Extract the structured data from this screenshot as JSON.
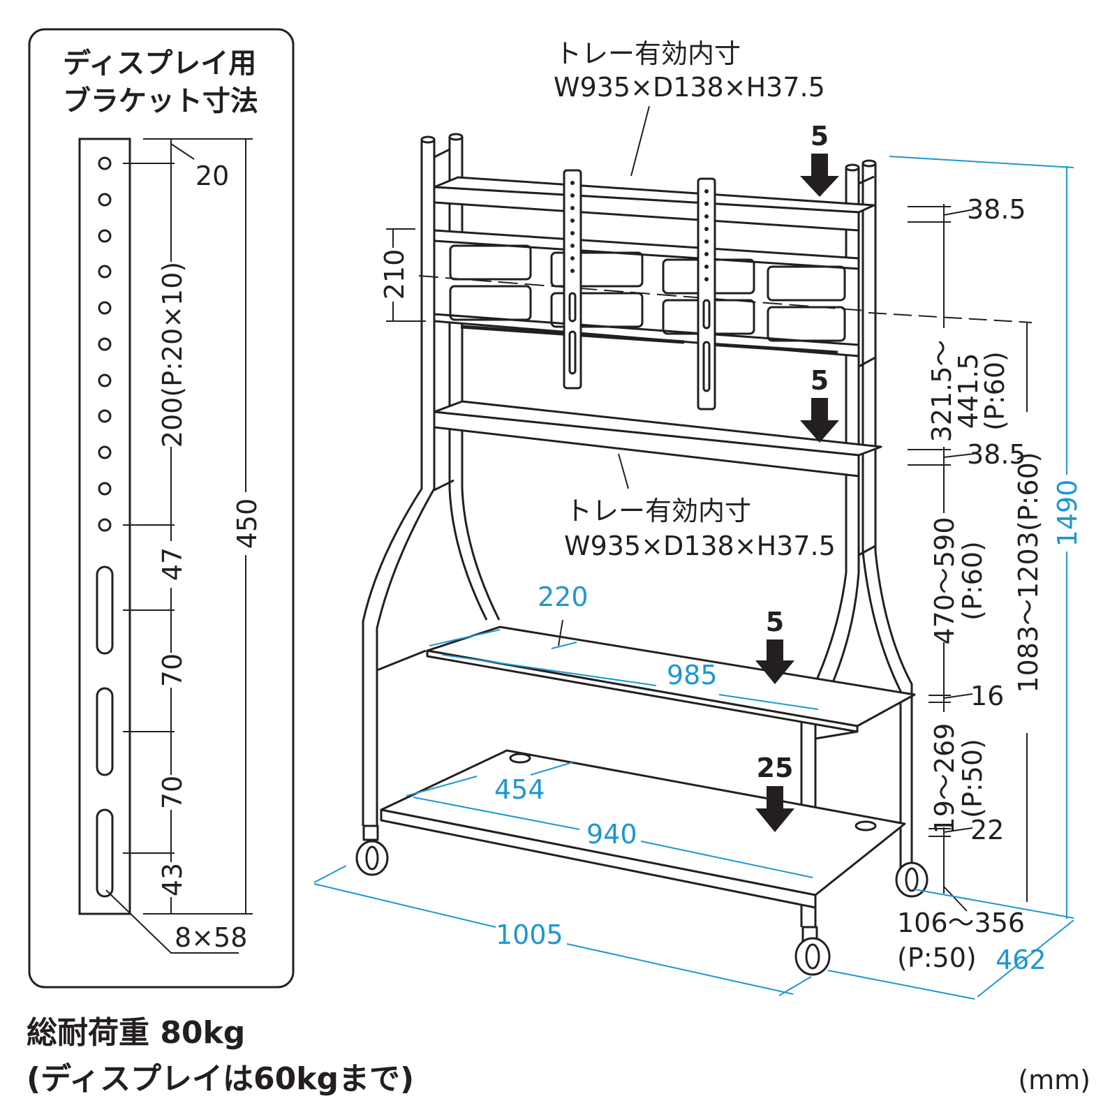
{
  "bracket_panel": {
    "title_line1": "ディスプレイ用",
    "title_line2": "ブラケット寸法",
    "dim_top": "20",
    "dim_holes": "200(P:20×10)",
    "dim_total": "450",
    "dim_47": "47",
    "dim_70a": "70",
    "dim_70b": "70",
    "dim_43": "43",
    "slot_size": "8×58"
  },
  "tray_upper": {
    "line1": "トレー有効内寸",
    "line2": "W935×D138×H37.5"
  },
  "tray_lower": {
    "line1": "トレー有効内寸",
    "line2": "W935×D138×H37.5"
  },
  "loads": {
    "top": "5",
    "mid": "5",
    "shelf": "5",
    "bottom": "25"
  },
  "dims": {
    "d210": "210",
    "d38a": "38.5",
    "d38b": "38.5",
    "d321_1": "321.5～",
    "d321_2": "441.5",
    "d321_3": "(P:60)",
    "d470_1": "470～590",
    "d470_2": "(P:60)",
    "d1083": "1083～1203(P:60)",
    "d1490": "1490",
    "d16": "16",
    "d19_1": "19～269",
    "d19_2": "(P:50)",
    "d22": "22",
    "d106_1": "106～356",
    "d106_2": "(P:50)",
    "w220": "220",
    "w985": "985",
    "w454": "454",
    "w940": "940",
    "w1005": "1005",
    "w462": "462"
  },
  "footer": {
    "load_line1": "総耐荷重 80kg",
    "load_line2": "(ディスプレイは60kgまで)",
    "unit": "(mm)"
  },
  "colors": {
    "line": "#231f20",
    "dimension_blue": "#1e96d2"
  }
}
